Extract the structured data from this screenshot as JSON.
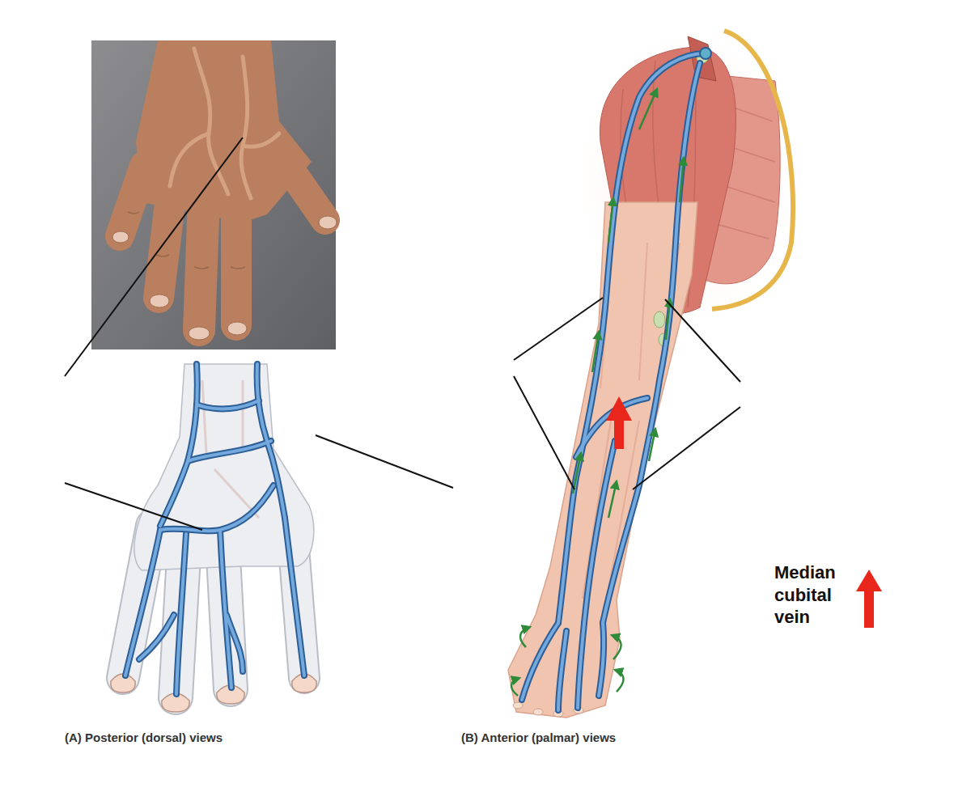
{
  "diagram": {
    "labels": [
      "(A) Posterior (dorsal) views",
      "(B) Anterior (palmar) views"
    ],
    "legend": [
      {
        "text": "Median cubital vein"
      }
    ]
  }
}
